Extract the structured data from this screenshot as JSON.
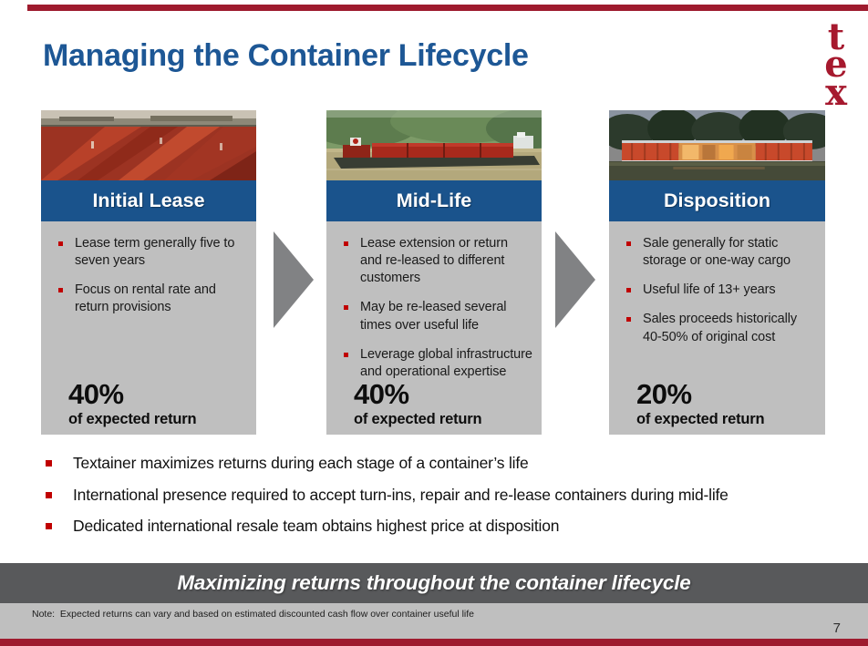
{
  "slide": {
    "title": "Managing the Container Lifecycle",
    "logo": {
      "letters": [
        "t",
        "e",
        "x"
      ]
    },
    "stages": [
      {
        "title": "Initial Lease",
        "photo": "container-depot-yard",
        "bullets": [
          "Lease term generally five to seven years",
          "Focus on rental rate and return provisions"
        ],
        "percent": "40%",
        "percent_label": "of expected return"
      },
      {
        "title": "Mid-Life",
        "photo": "container-barge-on-river",
        "bullets": [
          "Lease extension or return and re-leased to different customers",
          "May be re-leased several times over useful life",
          "Leverage global infrastructure and operational expertise"
        ],
        "percent": "40%",
        "percent_label": "of expected return"
      },
      {
        "title": "Disposition",
        "photo": "container-house-at-dusk",
        "bullets": [
          "Sale generally for static storage or one-way cargo",
          "Useful life of 13+ years",
          "Sales proceeds historically 40-50% of original cost"
        ],
        "percent": "20%",
        "percent_label": "of expected return"
      }
    ],
    "summary_bullets": [
      "Textainer maximizes returns during each stage of a container’s life",
      "International presence required to accept turn-ins, repair and re-lease containers during mid-life",
      "Dedicated international resale team obtains highest price at disposition"
    ],
    "banner": "Maximizing returns throughout the container lifecycle",
    "note": "Note:  Expected returns can vary and based on estimated discounted cash flow over container useful life",
    "page_number": "7",
    "colors": {
      "accent_red": "#9e1b2e",
      "logo_red": "#a6192e",
      "title_blue": "#1d5795",
      "header_blue": "#1a538c",
      "panel_gray": "#bfbfbf",
      "banner_gray": "#58595b",
      "bullet_red": "#c00000",
      "arrow_gray": "#818284"
    }
  }
}
